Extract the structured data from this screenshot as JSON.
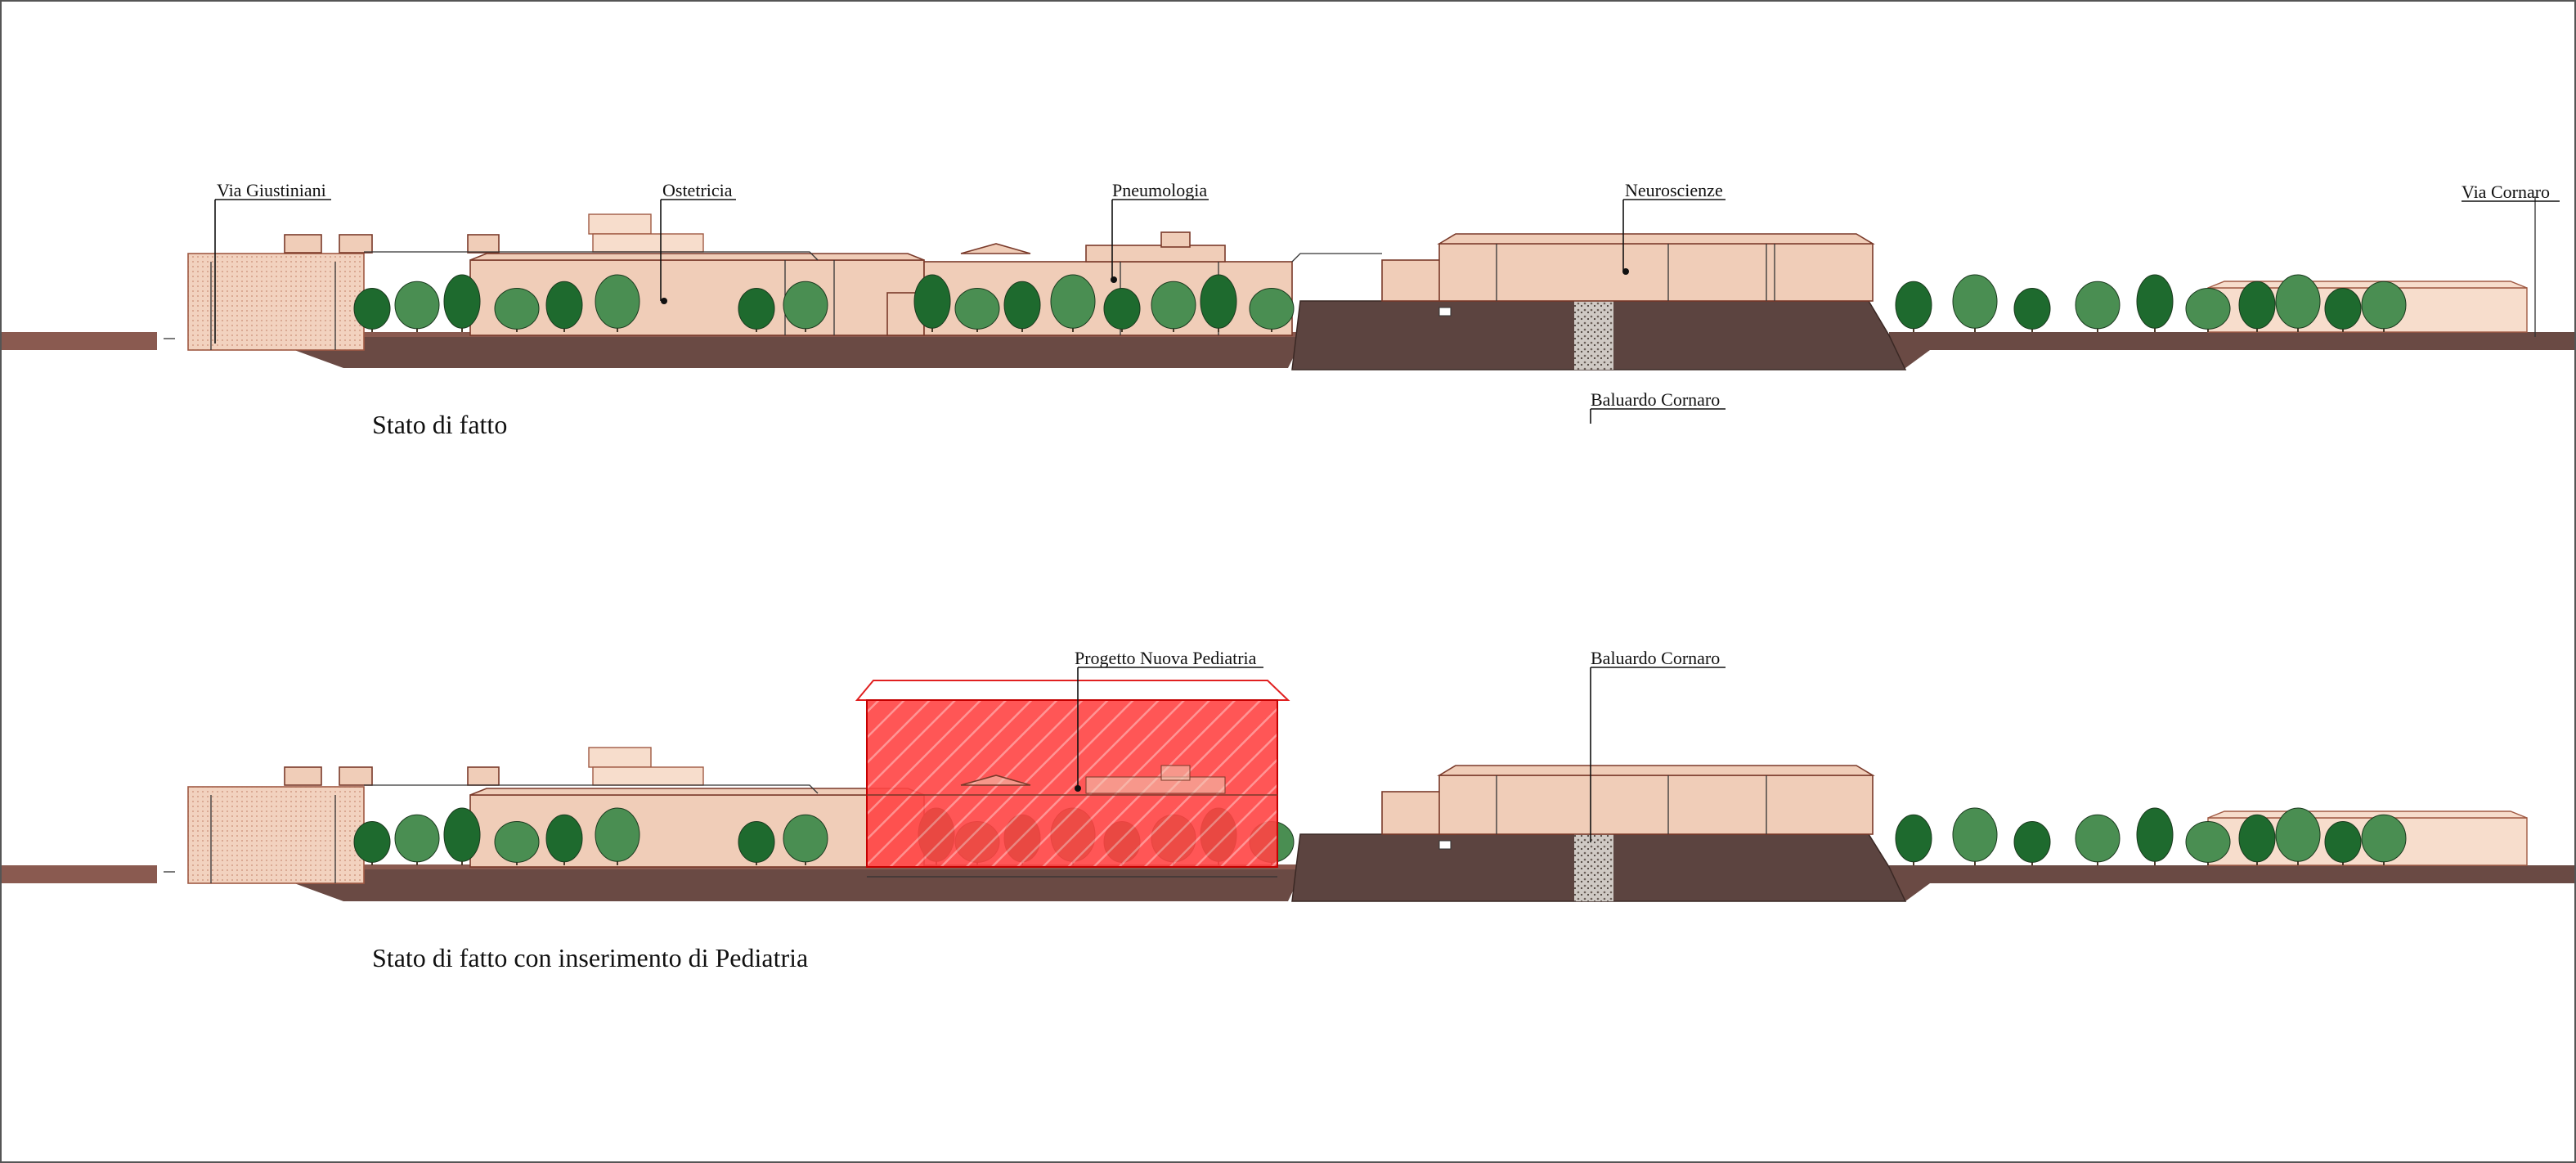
{
  "labels": {
    "via_giustiniani": "Via Giustiniani",
    "ostetricia": "Ostetricia",
    "pneumologia": "Pneumologia",
    "neuroscienze": "Neuroscienze",
    "via_cornaro": "Via Cornaro",
    "baluardo_cornaro": "Baluardo Cornaro",
    "progetto_nuova_pediatria": "Progetto Nuova Pediatria"
  },
  "titles": {
    "existing": "Stato di fatto",
    "proposed": "Stato di fatto con inserimento di Pediatria"
  },
  "colors": {
    "building_fill": "#f0cdb8",
    "building_stroke": "#7a3a2a",
    "ground": "#6a4a44",
    "bastion": "#5c4440",
    "tree_dark": "#1e6a2e",
    "tree_light": "#4a8e52",
    "project_red": "#ff3a3a"
  }
}
